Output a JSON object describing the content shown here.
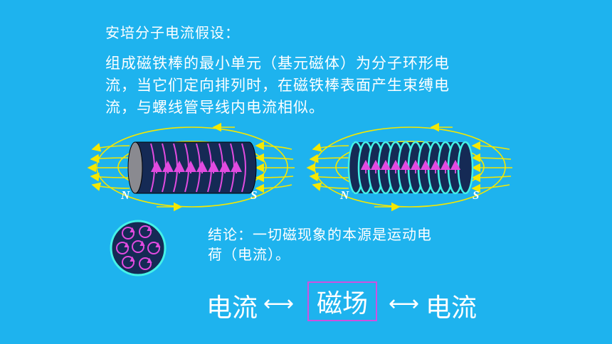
{
  "heading": "安培分子电流假设：",
  "description": [
    "组成磁铁棒的最小单元（基元磁体）为分子环形电",
    "流，当它们定向排列时，在磁铁棒表面产生束缚电",
    "流，与螺线管导线内电流相似。"
  ],
  "magnet_left": {
    "north": "N",
    "south": "S"
  },
  "magnet_right": {
    "north": "N",
    "south": "S"
  },
  "conclusion": [
    "结论：一切磁现象的本源是运动电",
    "荷（电流）。"
  ],
  "relation": {
    "left": "电流",
    "arrow_left": "⟷",
    "center": "磁场",
    "arrow_right": "⟷",
    "right": "电流"
  },
  "colors": {
    "background": "#1EB3EE",
    "field_lines": "#F5E800",
    "bar": "#152A55",
    "current": "#E24BE0",
    "coil_edge": "#44F2E8"
  }
}
